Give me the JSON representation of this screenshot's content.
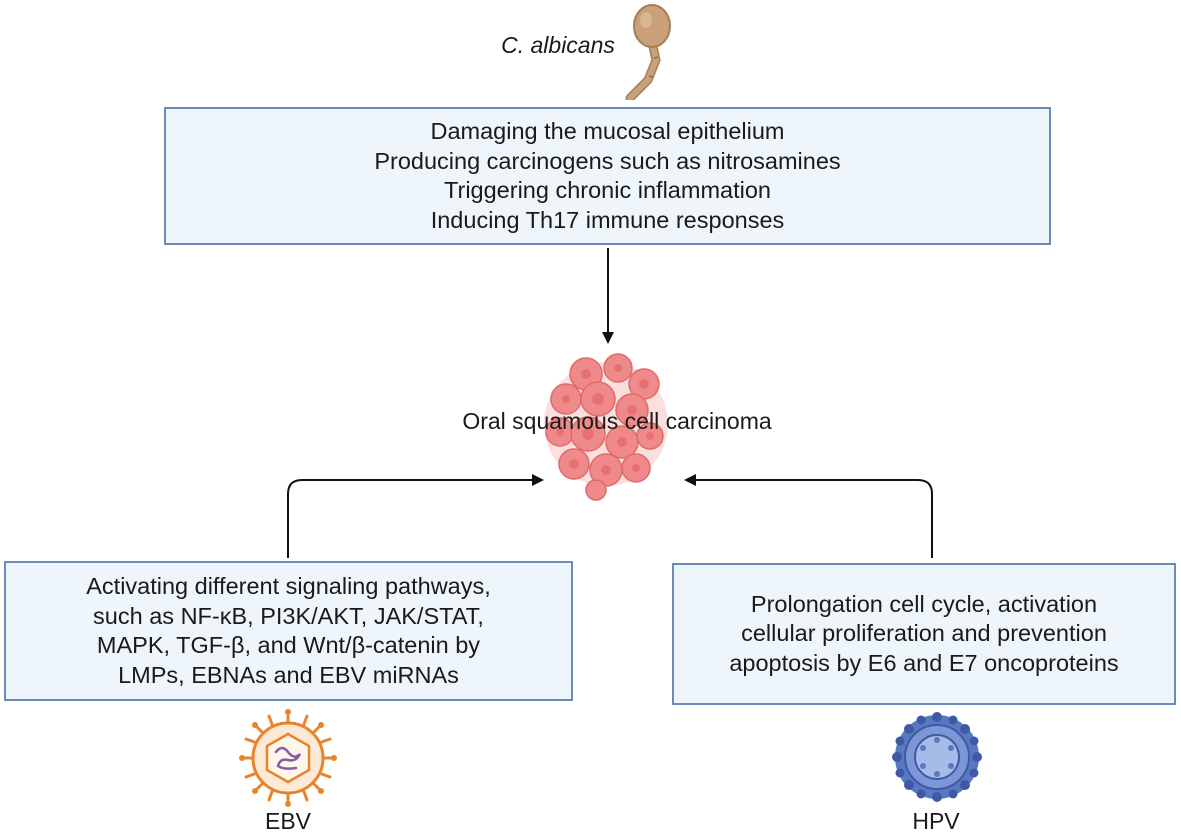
{
  "candida": {
    "label": "C. albicans",
    "icon": "candida-hypha-icon",
    "color": "#c9a079"
  },
  "candida_box": {
    "lines": [
      "Damaging the mucosal epithelium",
      "Producing carcinogens such as nitrosamines",
      "Triggering chronic inflammation",
      "Inducing Th17 immune responses"
    ]
  },
  "center": {
    "label": "Oral squamous cell carcinoma",
    "icon": "tumor-cells-icon",
    "color": "#f08a8a"
  },
  "ebv_box": {
    "lines": [
      "Activating different signaling pathways,",
      "such as NF-κB, PI3K/AKT, JAK/STAT,",
      "MAPK, TGF-β, and Wnt/β-catenin by",
      "LMPs, EBNAs and EBV miRNAs"
    ]
  },
  "hpv_box": {
    "lines": [
      "Prolongation cell cycle, activation",
      "cellular proliferation and   prevention",
      "apoptosis by E6 and E7 oncoproteins"
    ]
  },
  "ebv": {
    "label": "EBV",
    "icon": "ebv-virus-icon",
    "color": "#e8842e"
  },
  "hpv": {
    "label": "HPV",
    "icon": "hpv-virus-icon",
    "color": "#5a78c0"
  },
  "colors": {
    "box_fill": "#eef6fc",
    "box_border": "#6a8db8",
    "arrow": "#111111"
  }
}
